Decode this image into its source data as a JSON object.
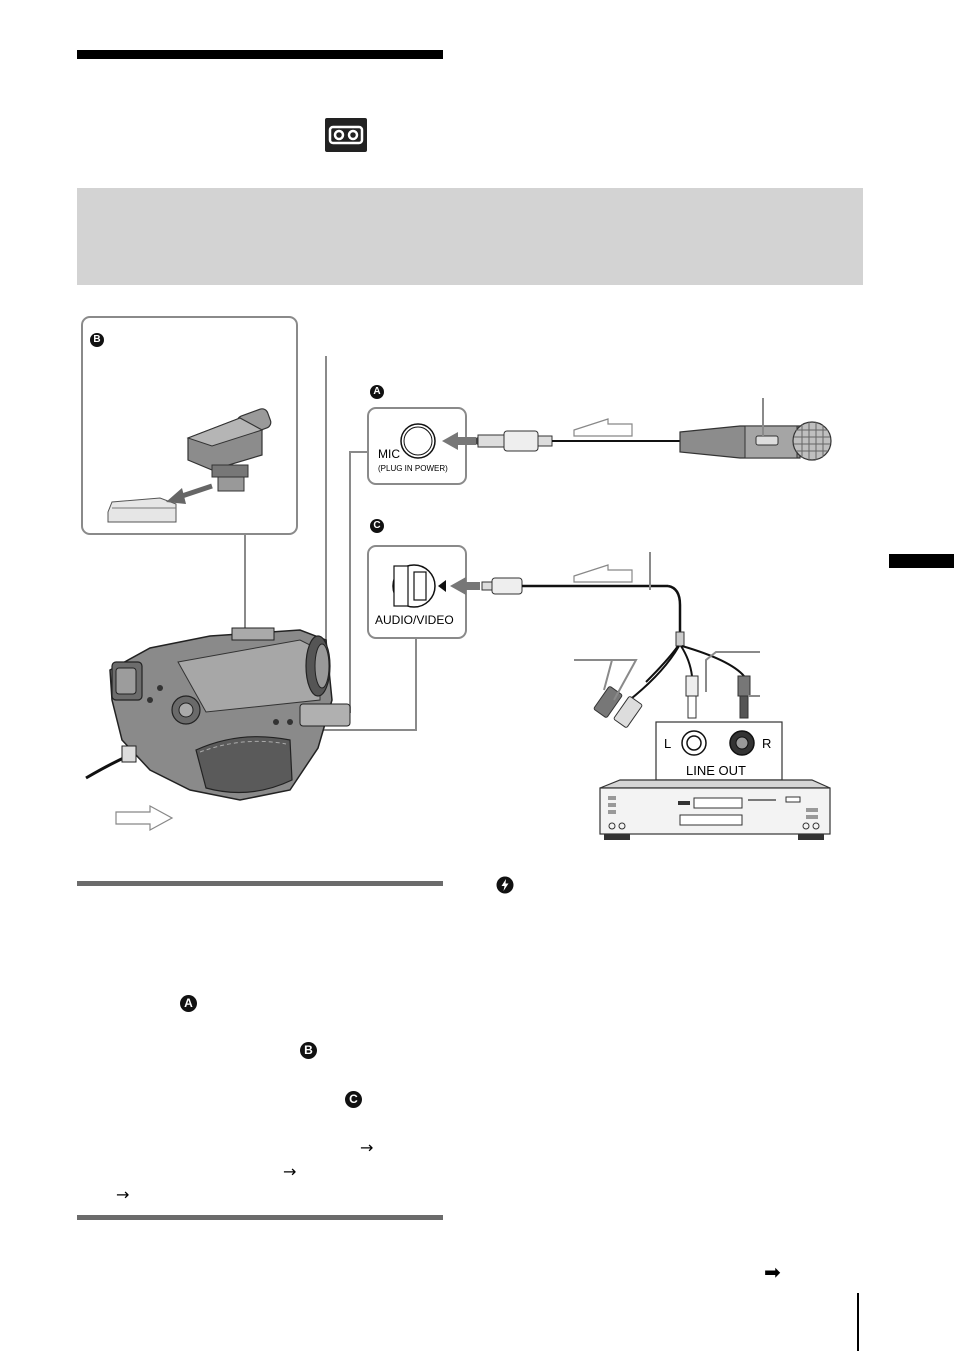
{
  "diagram": {
    "mic_jack_label": "MIC",
    "mic_jack_sublabel": "(PLUG IN POWER)",
    "av_jack_label": "AUDIO/VIDEO",
    "line_out_label": "LINE OUT",
    "left_channel_label": "L",
    "right_channel_label": "R"
  },
  "markers": {
    "a": "A",
    "b": "B",
    "c": "C"
  },
  "body_markers": {
    "a": "A",
    "b": "B",
    "c": "C"
  },
  "arrows": {
    "right": "→",
    "continue": "➡"
  },
  "colors": {
    "banner": "#d3d3d3",
    "rule": "#000000",
    "rule_grey": "#6b6b6b",
    "connector_grey": "#8a8a8a"
  },
  "icons": {
    "cassette": "cassette-tape-icon",
    "tip": "tip-icon"
  }
}
